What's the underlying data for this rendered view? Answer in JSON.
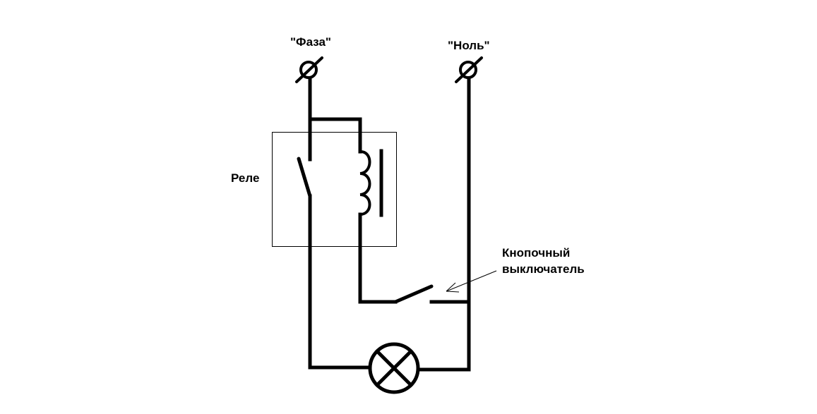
{
  "diagram": {
    "type": "electrical-schematic",
    "terminals": [
      {
        "id": "phase",
        "label": "\"Фаза\"",
        "symbol": "terminal-slashed-circle"
      },
      {
        "id": "neutral",
        "label": "\"Ноль\"",
        "symbol": "terminal-slashed-circle"
      }
    ],
    "relay": {
      "label": "Реле",
      "contains": [
        "normally-open-contact",
        "coil-with-core"
      ]
    },
    "push_button": {
      "label_line1": "Кнопочный",
      "label_line2": "выключатель",
      "pointer": "arrow"
    },
    "lamp": {
      "symbol": "lamp-cross-circle"
    },
    "colors": {
      "stroke": "#000000",
      "background": "#ffffff"
    }
  }
}
